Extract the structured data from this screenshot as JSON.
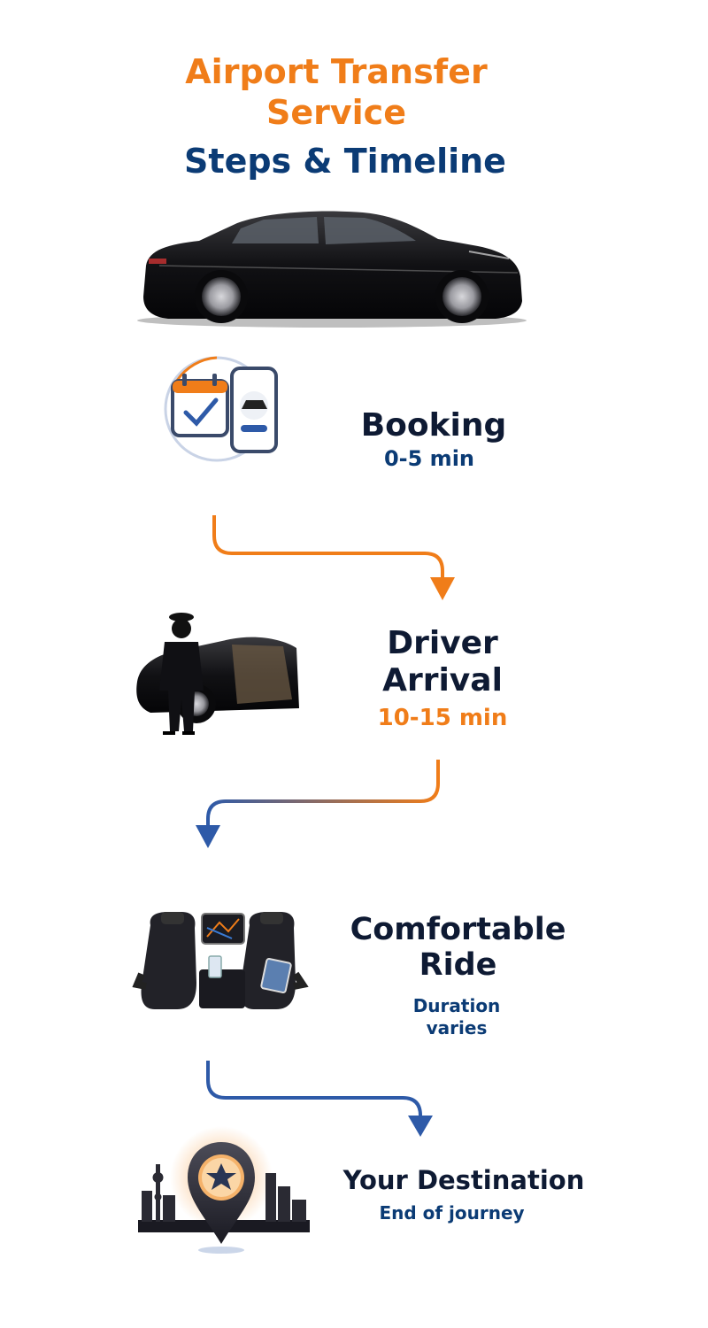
{
  "header": {
    "title_line1": "Airport Transfer",
    "title_line2": "Service",
    "subtitle": "Steps & Timeline"
  },
  "steps": [
    {
      "title": "Booking",
      "time": "0-5 min",
      "icon": "booking-calendar-phone-icon"
    },
    {
      "title_line1": "Driver",
      "title_line2": "Arrival",
      "time": "10-15 min",
      "icon": "chauffeur-car-icon"
    },
    {
      "title_line1": "Comfortable",
      "title_line2": "Ride",
      "time_line1": "Duration",
      "time_line2": "varies",
      "icon": "car-interior-seats-icon"
    },
    {
      "title": "Your Destination",
      "time": "End of journey",
      "icon": "destination-pin-skyline-icon"
    }
  ],
  "colors": {
    "orange": "#F07D19",
    "navy": "#0B3B75",
    "dark": "#0E1A33",
    "arrow_blue": "#2E5AA8"
  }
}
